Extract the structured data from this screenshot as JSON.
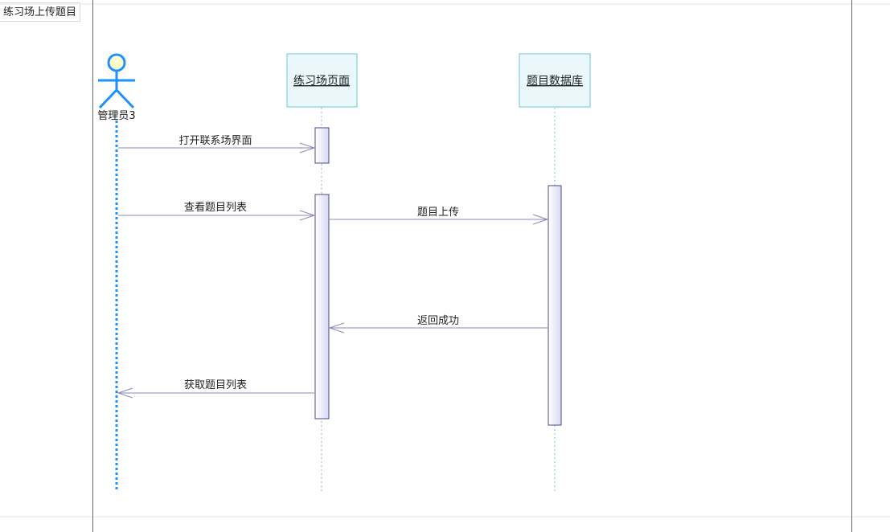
{
  "frame": {
    "title": "练习场上传题目"
  },
  "actors": [
    {
      "name": "管理员3"
    }
  ],
  "lifelines": [
    {
      "name": "练习场页面"
    },
    {
      "name": "题目数据库"
    }
  ],
  "messages": [
    {
      "label": "打开联系场界面"
    },
    {
      "label": "查看题目列表"
    },
    {
      "label": "题目上传"
    },
    {
      "label": "返回成功"
    },
    {
      "label": "获取题目列表"
    }
  ],
  "colors": {
    "actor": "#1e90ff",
    "lifeline_box_fill": "#eaf8fb",
    "lifeline_box_border": "#6fc6d8",
    "activation_fill": "#e6e6f8",
    "activation_border": "#4a4a80",
    "message_line": "#8a8ab8",
    "frame_line": "#666666"
  }
}
